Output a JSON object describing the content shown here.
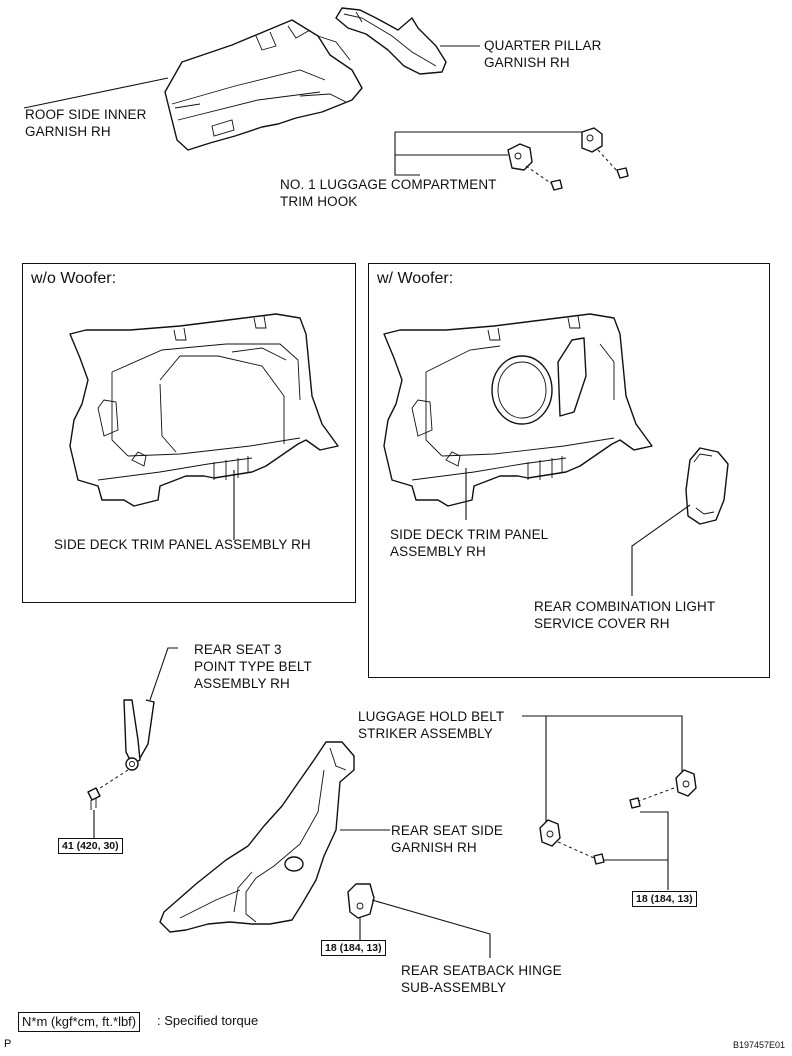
{
  "labels": {
    "quarter_pillar": [
      "QUARTER PILLAR",
      "GARNISH RH"
    ],
    "roof_side": [
      "ROOF SIDE INNER",
      "GARNISH RH"
    ],
    "trim_hook": [
      "NO. 1 LUGGAGE COMPARTMENT",
      "TRIM HOOK"
    ],
    "side_deck_wo": [
      "SIDE DECK TRIM PANEL ASSEMBLY RH"
    ],
    "side_deck_w": [
      "SIDE DECK TRIM PANEL",
      "ASSEMBLY RH"
    ],
    "service_cover": [
      "REAR COMBINATION LIGHT",
      "SERVICE COVER RH"
    ],
    "seat_belt": [
      "REAR SEAT 3",
      "POINT TYPE BELT",
      "ASSEMBLY RH"
    ],
    "striker": [
      "LUGGAGE HOLD BELT",
      "STRIKER ASSEMBLY"
    ],
    "seat_side": [
      "REAR SEAT SIDE",
      "GARNISH RH"
    ],
    "hinge": [
      "REAR SEATBACK HINGE",
      "SUB-ASSEMBLY"
    ]
  },
  "boxes": {
    "wo_woofer": "w/o Woofer:",
    "w_woofer": "w/ Woofer:"
  },
  "torques": {
    "belt": "41 (420, 30)",
    "striker": "18 (184, 13)",
    "hinge": "18 (184, 13)"
  },
  "legend": {
    "unit": "N*m (kgf*cm, ft.*lbf)",
    "text": ": Specified torque"
  },
  "footer": {
    "page_mark": "P",
    "figure_id": "B197457E01"
  }
}
